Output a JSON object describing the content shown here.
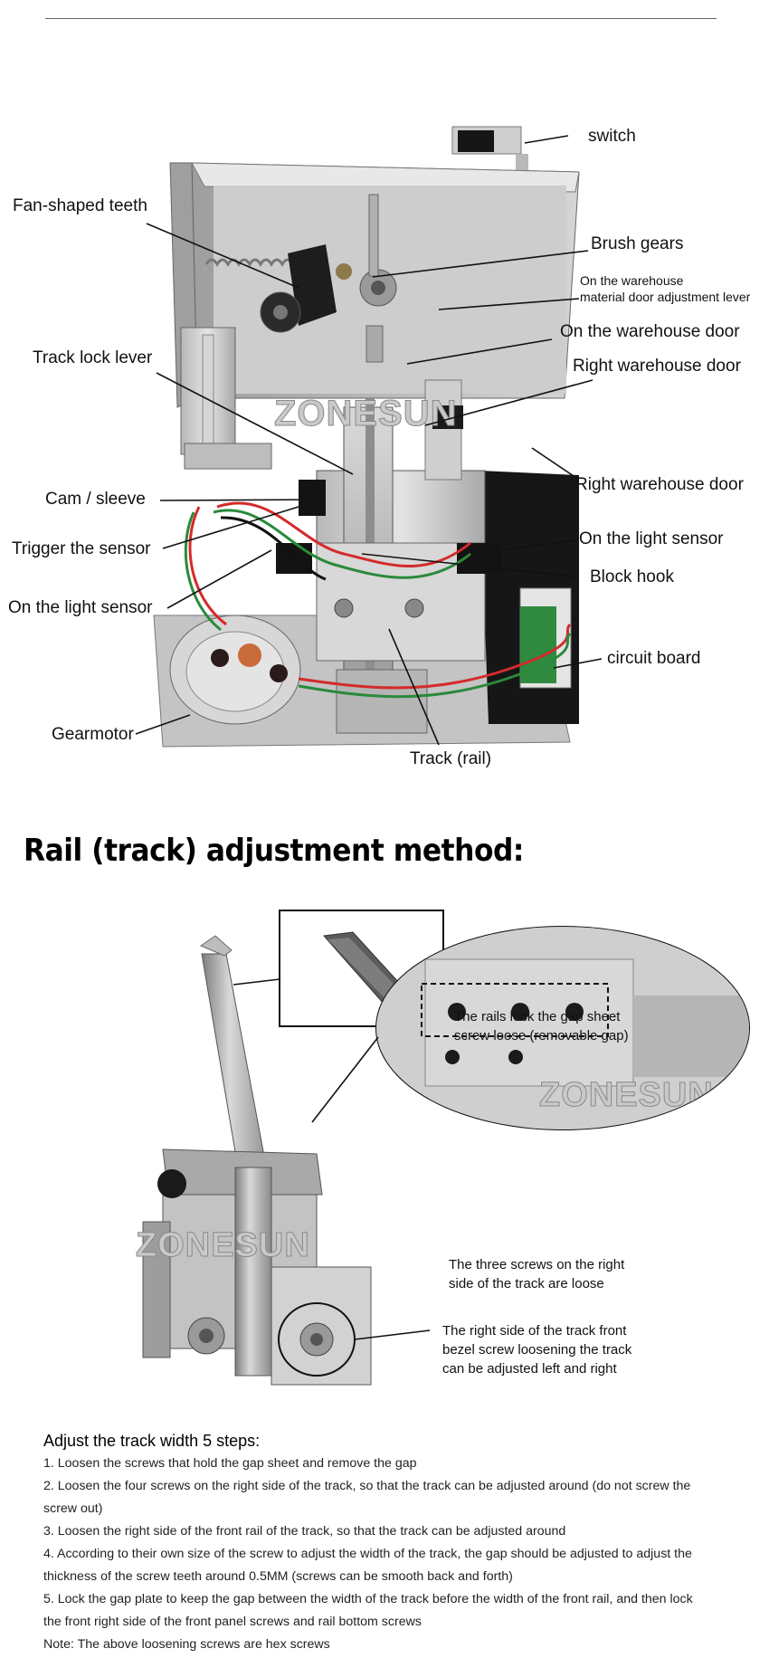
{
  "watermark": "ZONESUN",
  "machine_labels": {
    "switch": "switch",
    "fan_teeth": "Fan-shaped teeth",
    "brush_gears": "Brush gears",
    "adj_lever_1": "On the warehouse",
    "adj_lever_2": "material door adjustment lever",
    "warehouse_door_on": "On the warehouse door",
    "track_lock": "Track lock lever",
    "right_door_1": "Right warehouse door",
    "right_door_2": "Right warehouse door",
    "cam": "Cam / sleeve",
    "trigger": "Trigger the sensor",
    "light_sensor_right": "On the light sensor",
    "block_hook": "Block hook",
    "light_sensor_left": "On the light sensor",
    "circuit": "circuit board",
    "gearmotor": "Gearmotor",
    "track": "Track (rail)"
  },
  "rail_section": {
    "heading": "Rail (track) adjustment method:",
    "callout_gap_1": "The rails lock the gap sheet",
    "callout_gap_2": "screw loose (removable gap)",
    "callout_three_1": "The three screws on the right",
    "callout_three_2": "side of the track are loose",
    "callout_front_1": "The right side of the track front",
    "callout_front_2": "bezel screw loosening the track",
    "callout_front_3": "can be adjusted left and right"
  },
  "steps": {
    "title": "Adjust the track width 5 steps:",
    "lines": [
      "1. Loosen the screws that hold the gap sheet and remove the gap",
      "2. Loosen the four screws on the right side of the track, so that the track can be adjusted around (do not screw the",
      "screw out)",
      "3. Loosen the right side of the front rail of the track, so that the track can be adjusted around",
      "4. According to their own size of the screw to adjust the width of the track, the gap should be adjusted to adjust the",
      "thickness of the screw teeth around 0.5MM (screws can be smooth back and forth)",
      "5. Lock the gap plate to keep the gap between the width of the track before the width of the front rail, and then lock",
      "the front right side of the front panel screws and rail bottom screws",
      "Note: The above loosening screws are hex screws"
    ]
  },
  "colors": {
    "metal": "#c8c8c8",
    "metal_dark": "#8f8f8f",
    "board_black": "#151515",
    "wire_red": "#d42a2a",
    "wire_green": "#2a8a3a"
  }
}
